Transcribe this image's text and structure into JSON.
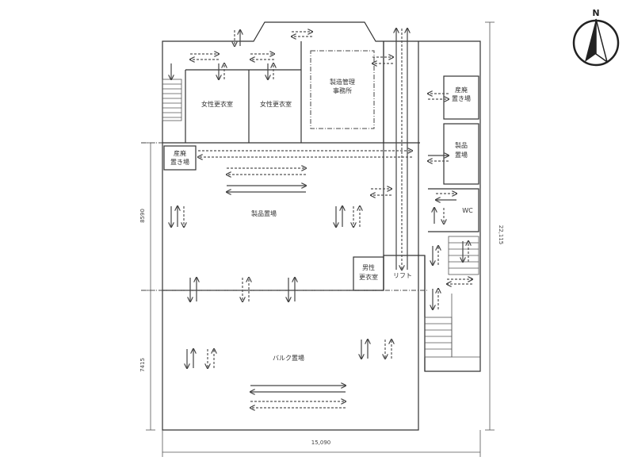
{
  "rooms": {
    "womens_locker_1": "女性更衣室",
    "womens_locker_2": "女性更衣室",
    "mgmt_office_line1": "製造管理",
    "mgmt_office_line2": "事務所",
    "waste_left_line1": "産廃",
    "waste_left_line2": "置き場",
    "waste_right_line1": "産廃",
    "waste_right_line2": "置き場",
    "product_storage_right_line1": "製品",
    "product_storage_right_line2": "置場",
    "product_storage_main": "製品置場",
    "wc": "WC",
    "mens_locker_line1": "男性",
    "mens_locker_line2": "更衣室",
    "lift": "リフト",
    "bulk_storage": "バルク置場"
  },
  "dimensions": {
    "height_total": "22,115",
    "height_upper": "8590",
    "height_lower": "7415",
    "width_total": "15,090"
  },
  "compass": {
    "label": "N",
    "icon": "north-arrow-icon"
  }
}
